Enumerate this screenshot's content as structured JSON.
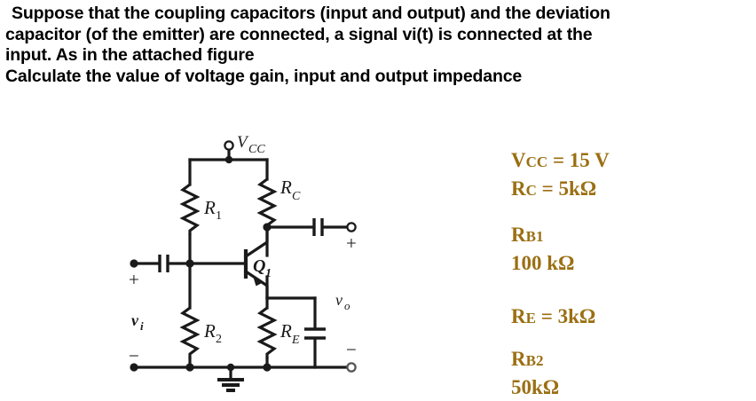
{
  "problem": {
    "lines": [
      "Suppose that the coupling capacitors (input and output) and the deviation",
      "capacitor (of the emitter) are connected, a signal vi(t) is connected at the",
      "input. As in the attached figure",
      "Calculate the value of voltage gain, input and output impedance"
    ]
  },
  "circuit": {
    "labels": {
      "vcc": "V",
      "vcc_sub": "CC",
      "r1": "R",
      "r1_sub": "1",
      "r2": "R",
      "r2_sub": "2",
      "rc": "R",
      "rc_sub": "C",
      "re": "R",
      "re_sub": "E",
      "q1": "Q",
      "q1_sub": "1",
      "vi": "v",
      "vi_sub": "i",
      "vo": "v",
      "vo_sub": "o",
      "input_plus": "+",
      "input_minus": "−",
      "output_plus": "+",
      "output_minus": "−"
    },
    "components": [
      "vcc-terminal",
      "resistor-r1",
      "resistor-r2",
      "resistor-rc",
      "resistor-re",
      "transistor-q1-npn",
      "input-coupling-capacitor",
      "output-coupling-capacitor",
      "emitter-bypass-capacitor",
      "ground-symbol"
    ]
  },
  "values": {
    "accent_color": "#9b6f12",
    "items": [
      {
        "name": "V",
        "sub": "CC",
        "rest": " = 15 V"
      },
      {
        "name": "R",
        "sub": "C",
        "rest": " = 5kΩ"
      },
      {
        "name": "R",
        "sub": "B1",
        "rest": ""
      },
      {
        "name": "",
        "sub": "",
        "rest": "100 kΩ"
      },
      {
        "name": "R",
        "sub": "E",
        "rest": " = 3kΩ"
      },
      {
        "name": "R",
        "sub": "B2",
        "rest": ""
      },
      {
        "name": "",
        "sub": "",
        "rest": "50kΩ"
      }
    ],
    "line_vcc": "Vcc = 15 V",
    "line_rc": "Rc = 5kΩ",
    "line_rb1": "RB1",
    "line_rb1_val": "100 kΩ",
    "line_re": "RE = 3kΩ",
    "line_rb2": "RB2",
    "line_rb2_val": "50kΩ"
  }
}
